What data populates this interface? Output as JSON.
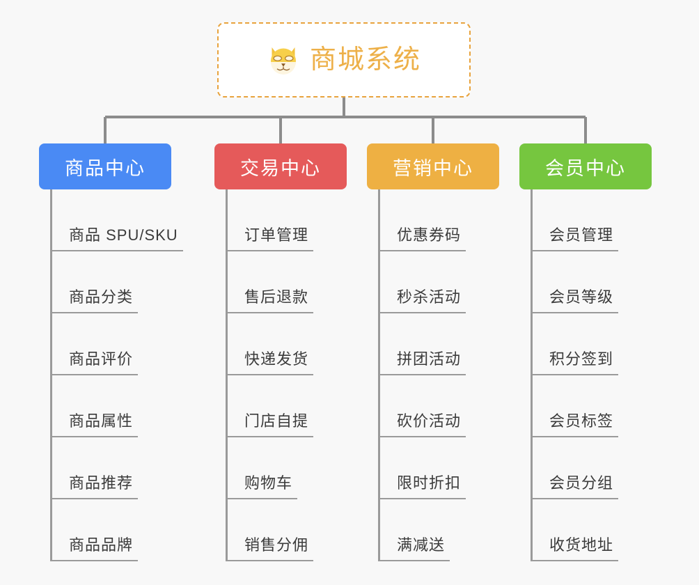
{
  "background_color": "#f8f8f8",
  "root": {
    "title": "商城系统",
    "icon": "shiba-dog-face-icon",
    "text_color": "#edb049",
    "border_color": "#e8a33d"
  },
  "connector_color": "#8c8c8c",
  "columns": [
    {
      "title": "商品中心",
      "color": "#4a8af4",
      "items": [
        "商品 SPU/SKU",
        "商品分类",
        "商品评价",
        "商品属性",
        "商品推荐",
        "商品品牌"
      ]
    },
    {
      "title": "交易中心",
      "color": "#e55a5a",
      "items": [
        "订单管理",
        "售后退款",
        "快递发货",
        "门店自提",
        "购物车",
        "销售分佣"
      ]
    },
    {
      "title": "营销中心",
      "color": "#eeb043",
      "items": [
        "优惠券码",
        "秒杀活动",
        "拼团活动",
        "砍价活动",
        "限时折扣",
        "满减送"
      ]
    },
    {
      "title": "会员中心",
      "color": "#76c63f",
      "items": [
        "会员管理",
        "会员等级",
        "积分签到",
        "会员标签",
        "会员分组",
        "收货地址"
      ]
    }
  ]
}
